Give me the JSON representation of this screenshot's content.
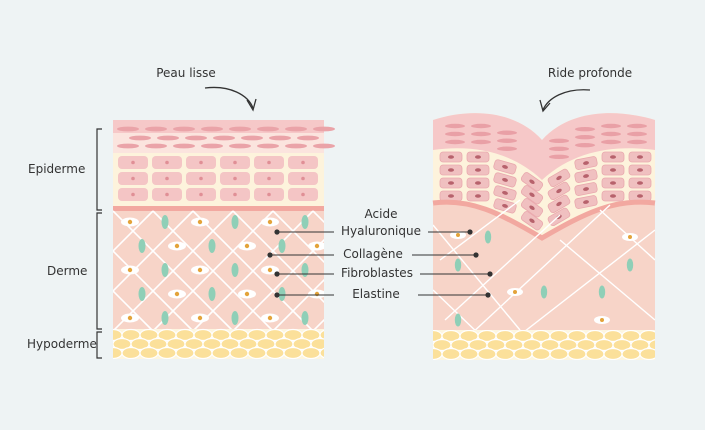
{
  "titles": {
    "left": "Peau lisse",
    "right": "Ride profonde"
  },
  "layers": {
    "epiderme": "Epiderme",
    "derme": "Derme",
    "hypoderme": "Hypoderme"
  },
  "components": {
    "acide_line1": "Acide",
    "acide_line2": "Hyaluronique",
    "collagene": "Collagène",
    "fibroblastes": "Fibroblastes",
    "elastine": "Elastine"
  },
  "colors": {
    "background": "#eef3f4",
    "epidermis_top": "#f6c8c8",
    "epidermis_cells": "#fbe4de",
    "epidermis_base": "#fdf3dc",
    "dermis": "#f7d4c8",
    "fiber": "#ffffff",
    "elastin": "#8fcfb7",
    "fibroblast_dot": "#e3a33a",
    "hypodermis_fat": "#fbe6a4",
    "leader_line": "#333333"
  }
}
